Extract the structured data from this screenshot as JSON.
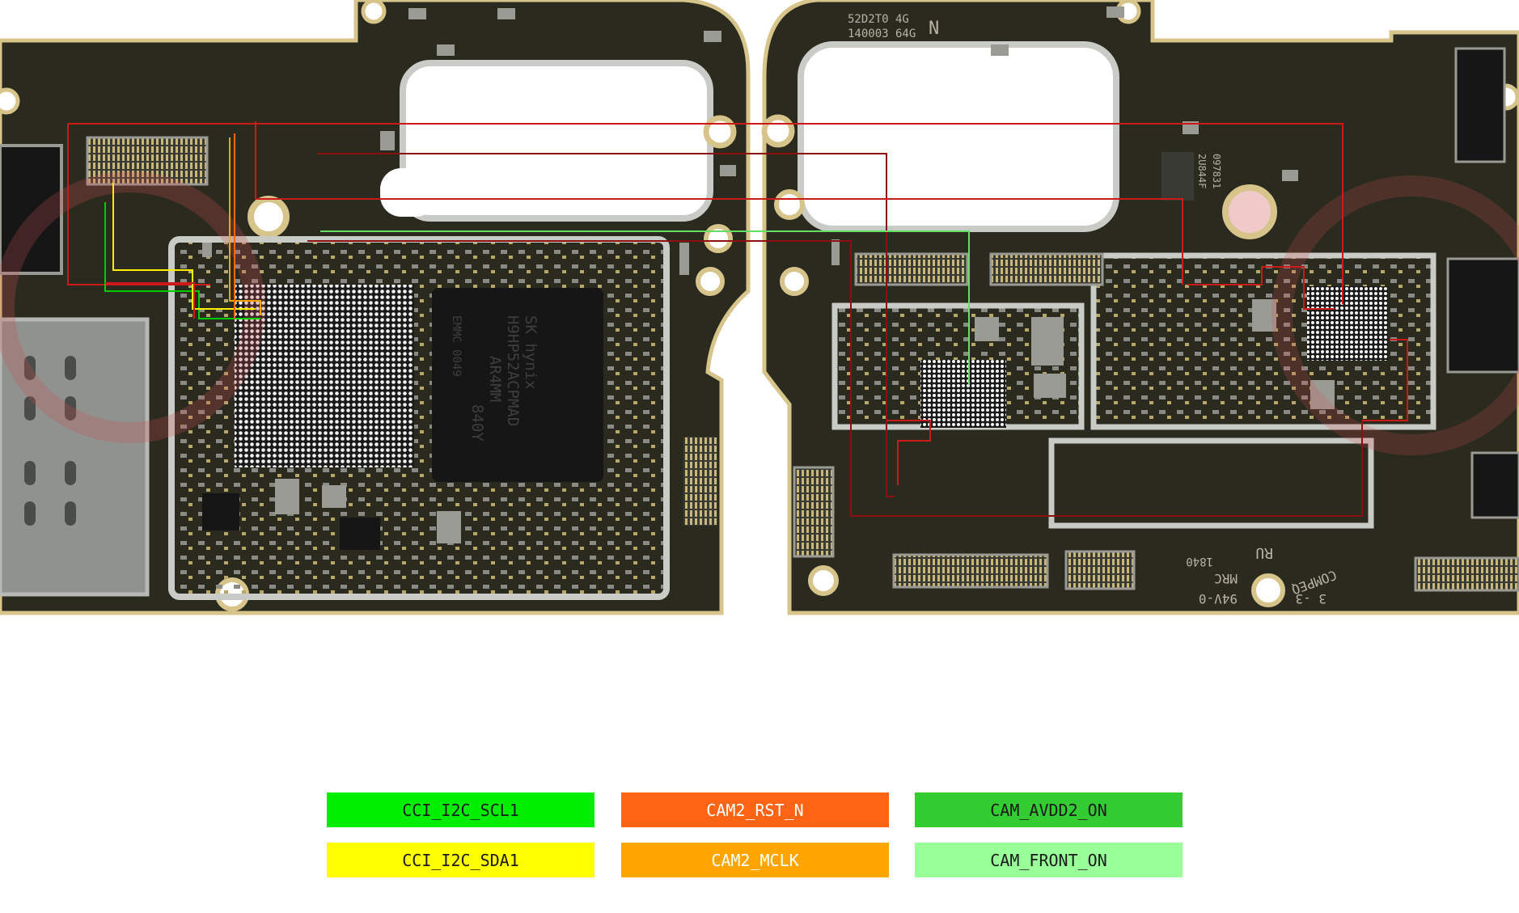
{
  "board": {
    "left_pcb": {
      "chip_marking_lines": [
        "SK hynix",
        "H9HP52ACPMAD",
        "AR4MM",
        "840Y"
      ],
      "emmc_marking": "EMMC 0049"
    },
    "right_pcb": {
      "top_label_line1": "52D2T0 4G",
      "top_label_line2": "140003 64G",
      "top_label_mark": "N",
      "qr_code_text": "2U844F",
      "serial_text": "097831",
      "bottom_label_1": "MRC",
      "bottom_label_2": "94V-0",
      "bottom_label_3": "1840",
      "bottom_label_4": "3 -3",
      "brand_label": "COMPEQ",
      "ul_mark": "RU"
    },
    "colors": {
      "pcb": "#2b2a1f",
      "pcb_edge": "#d6c48a",
      "shield": "#c9cbc6",
      "trace_red": "#cc1a1a",
      "trace_darkred": "#8b1010"
    }
  },
  "legend": [
    {
      "label": "CCI_I2C_SCL1",
      "color": "#00ee00",
      "text_color": "#1a1a1a"
    },
    {
      "label": "CAM2_RST_N",
      "color": "#ff6414",
      "text_color": "#ffffff"
    },
    {
      "label": "CAM_AVDD2_ON",
      "color": "#33cc33",
      "text_color": "#1a1a1a"
    },
    {
      "label": "CCI_I2C_SDA1",
      "color": "#ffff00",
      "text_color": "#1a1a1a"
    },
    {
      "label": "CAM2_MCLK",
      "color": "#ffa500",
      "text_color": "#ffffff"
    },
    {
      "label": "CAM_FRONT_ON",
      "color": "#99ff99",
      "text_color": "#1a1a1a"
    }
  ]
}
